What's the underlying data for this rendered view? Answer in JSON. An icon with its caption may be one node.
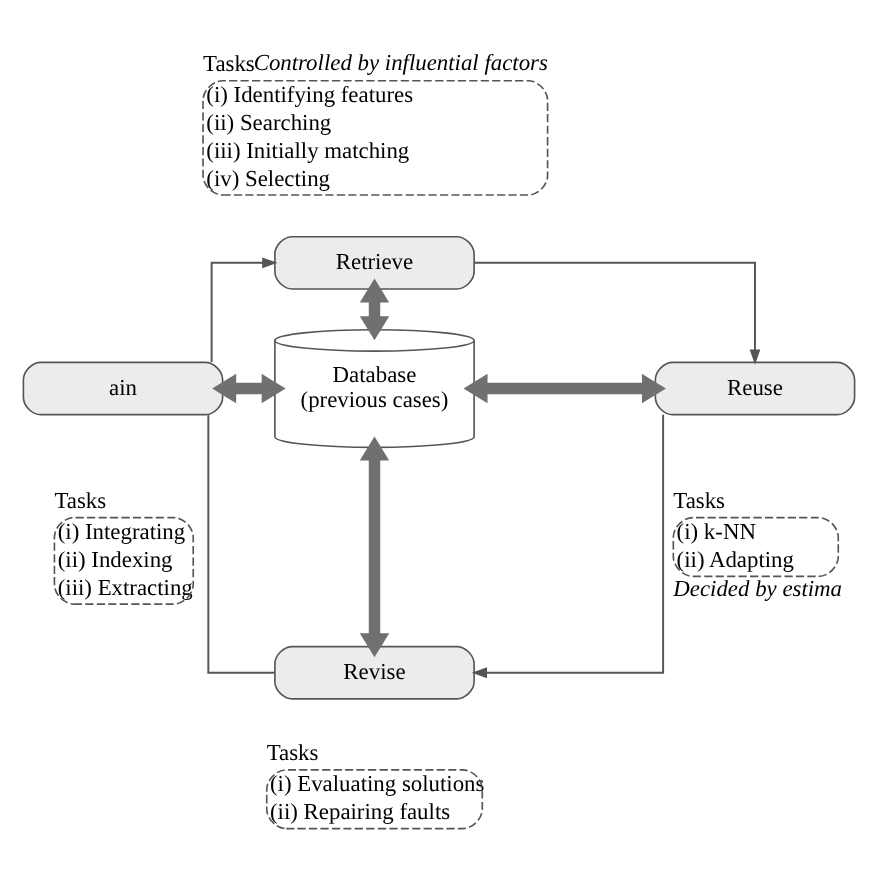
{
  "diagram": {
    "nodes": [
      {
        "text": [
          "Retrieve"
        ]
      },
      {
        "text": [
          "Tasks",
          "(i) Identifying features",
          "(ii) Searching",
          "(iii) Initially matching",
          "(iv) Selecting"
        ],
        "beside": [
          "Controlled by influential factors"
        ]
      },
      {
        "text": [
          "Database (previous cases)"
        ]
      },
      {
        "text": [
          "Reuse"
        ]
      },
      {
        "text": [
          "Tasks",
          "(i) k-NN",
          "(ii) Adapting"
        ],
        "beside": [
          "Decided by estima"
        ]
      },
      {
        "text": [
          "Revise"
        ]
      },
      {
        "text": [
          "Tasks",
          "(i) Evaluating solutions",
          "(ii) Repairing faults"
        ]
      },
      {
        "text": [
          "ain"
        ]
      },
      {
        "text": [
          "Tasks",
          "(i) Integrating",
          "(ii) Indexing",
          "(iii) Extracting"
        ]
      }
    ],
    "edges": [
      {
        "from": 7,
        "to": 0,
        "arrow": "to"
      },
      {
        "from": 0,
        "to": 3,
        "arrow": "to"
      },
      {
        "from": 3,
        "to": 5,
        "arrow": "to"
      },
      {
        "from": 5,
        "to": 7,
        "arrow": "none"
      },
      {
        "from": 0,
        "to": 2,
        "arrow": "both",
        "style": "thick",
        "color": "#707070"
      },
      {
        "from": 7,
        "to": 2,
        "arrow": "both",
        "style": "thick",
        "color": "#707070"
      },
      {
        "from": 2,
        "to": 3,
        "arrow": "both",
        "style": "thick",
        "color": "#707070"
      },
      {
        "from": 2,
        "to": 5,
        "arrow": "both",
        "style": "thick",
        "color": "#707070"
      }
    ]
  }
}
